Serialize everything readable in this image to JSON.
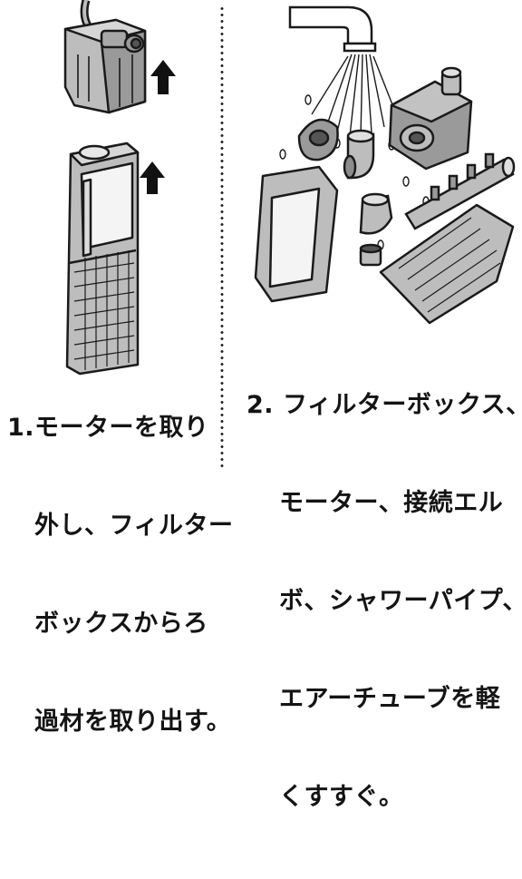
{
  "steps": [
    {
      "number": "1.",
      "lines": [
        "モーターを取り",
        "外し、フィルター",
        "ボックスからろ",
        "過材を取り出す。"
      ]
    },
    {
      "number": "2.",
      "lines": [
        "フィルターボックス、",
        "モーター、接続エル",
        "ボ、シャワーパイプ、",
        "エアーチューブを軽",
        "くすすぐ。"
      ]
    }
  ],
  "colors": {
    "part_fill": "#bdbdbd",
    "part_dark": "#8c8c8c",
    "outline": "#1a1a1a",
    "filter_white": "#f4f4f4"
  },
  "icons": [
    "up-arrow-icon",
    "faucet-icon",
    "water-spray-icon"
  ]
}
